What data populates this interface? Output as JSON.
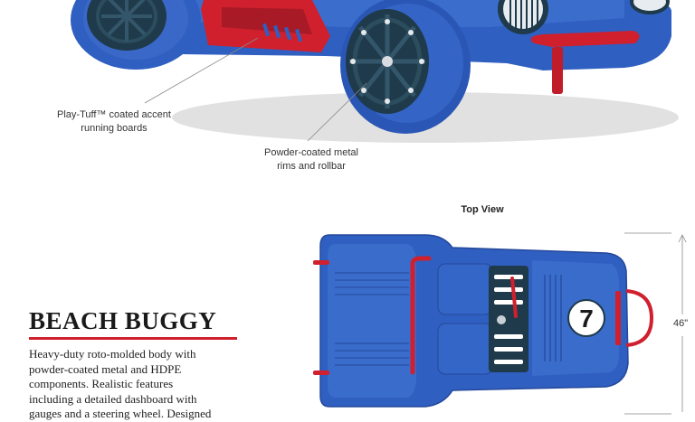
{
  "callouts": {
    "running_boards": [
      "Play-Tuff™ coated accent",
      "running boards"
    ],
    "rims": [
      "Powder-coated metal",
      "rims and rollbar"
    ]
  },
  "top_view": {
    "label": "Top View",
    "width_dimension": "46\""
  },
  "product": {
    "title": "BEACH BUGGY",
    "description": [
      "Heavy-duty roto-molded body with",
      "powder-coated metal and HDPE",
      "components. Realistic features",
      "including a detailed dashboard with",
      "gauges and a steering wheel. Designed"
    ]
  },
  "car_number": "7",
  "colors": {
    "body_blue": "#2f5fc0",
    "accent_red": "#d0202e",
    "rim_dark": "#1f3a4a"
  }
}
